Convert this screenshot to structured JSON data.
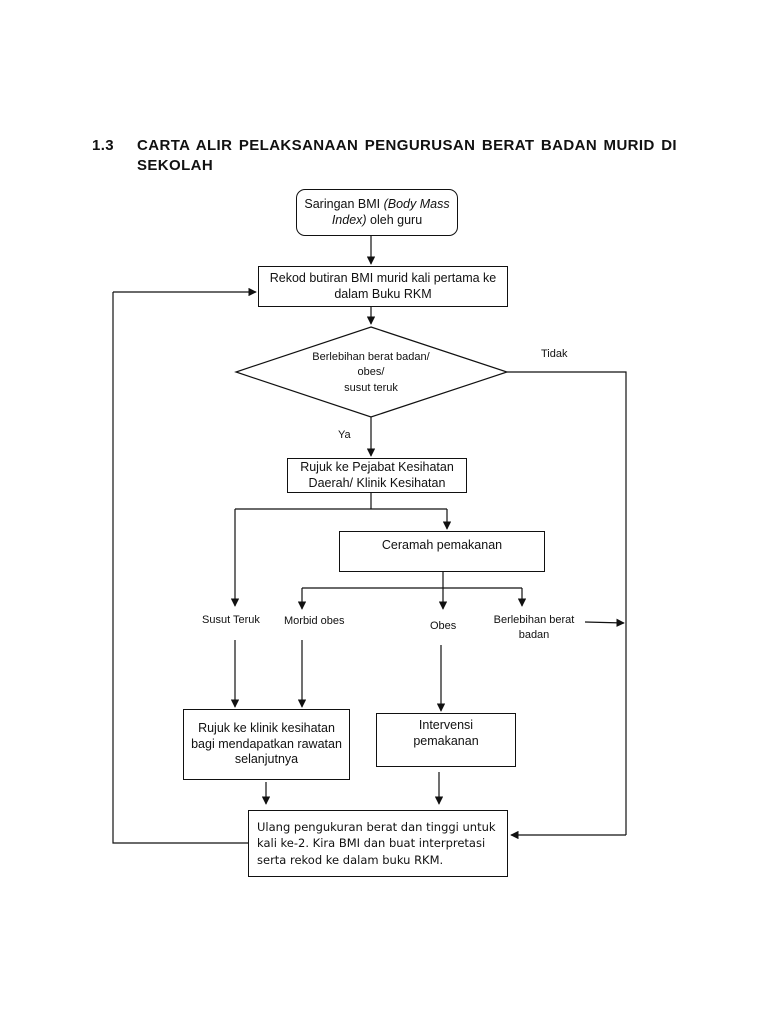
{
  "heading": {
    "number": "1.3",
    "line1": "CARTA ALIR PELAKSANAAN PENGURUSAN BERAT BADAN MURID DI",
    "line2": "SEKOLAH"
  },
  "start": {
    "text_pre": "Saringan BMI ",
    "text_italic": "(Body Mass Index)",
    "text_post": " oleh guru"
  },
  "record": {
    "text": "Rekod butiran BMI murid kali pertama ke dalam Buku RKM"
  },
  "decision": {
    "line1": "Berlebihan berat badan/",
    "line2": "obes/",
    "line3": "susut teruk"
  },
  "labels": {
    "no": "Tidak",
    "yes": "Ya"
  },
  "refer": {
    "text": "Rujuk ke Pejabat Kesihatan Daerah/ Klinik Kesihatan"
  },
  "talk": {
    "text": "Ceramah pemakanan"
  },
  "categories": {
    "severe_wasting": "Susut Teruk",
    "morbid_obese": "Morbid obes",
    "obese": "Obes",
    "overweight_line1": "Berlebihan berat",
    "overweight_line2": "badan"
  },
  "clinic": {
    "text": "Rujuk ke klinik kesihatan bagi mendapatkan rawatan selanjutnya"
  },
  "intervention": {
    "text": "Intervensi pemakanan"
  },
  "final": {
    "text": "Ulang pengukuran berat dan tinggi untuk kali ke-2. Kira BMI dan buat interpretasi serta rekod ke dalam buku RKM."
  },
  "colors": {
    "line": "#111111",
    "background": "#ffffff"
  }
}
